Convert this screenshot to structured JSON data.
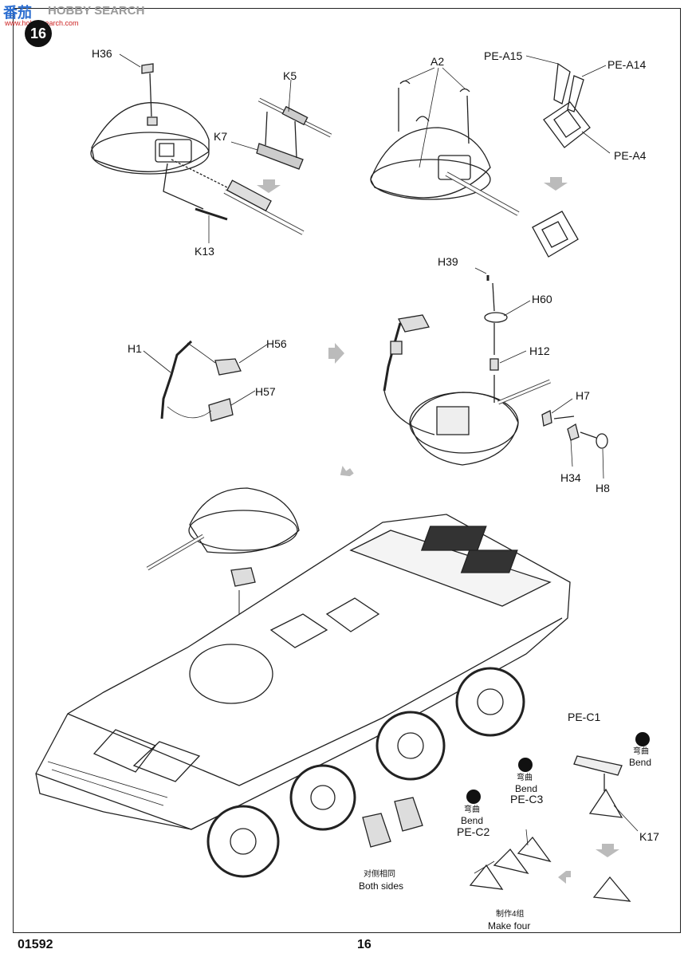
{
  "watermark": {
    "brand_cn": "番茄",
    "brand_en": "HOBBY SEARCH",
    "url": "www.hobbysearch.com"
  },
  "step_number": "16",
  "catalog_number": "01592",
  "page_number": "16",
  "part_labels": {
    "h36": "H36",
    "k5": "K5",
    "k7": "K7",
    "k13": "K13",
    "a2": "A2",
    "pe_a15": "PE-A15",
    "pe_a14": "PE-A14",
    "pe_a4": "PE-A4",
    "h39": "H39",
    "h60": "H60",
    "h12": "H12",
    "h1": "H1",
    "h56": "H56",
    "h57": "H57",
    "h7": "H7",
    "h34": "H34",
    "h8": "H8",
    "pe_c1": "PE-C1",
    "pe_c3": "PE-C3",
    "pe_c2": "PE-C2",
    "k17": "K17"
  },
  "instructions": {
    "bend_cn": "弯曲",
    "bend_en": "Bend",
    "both_sides_cn": "对侧相同",
    "both_sides_en": "Both sides",
    "make_four_cn": "制作4组",
    "make_four_en": "Make four"
  }
}
